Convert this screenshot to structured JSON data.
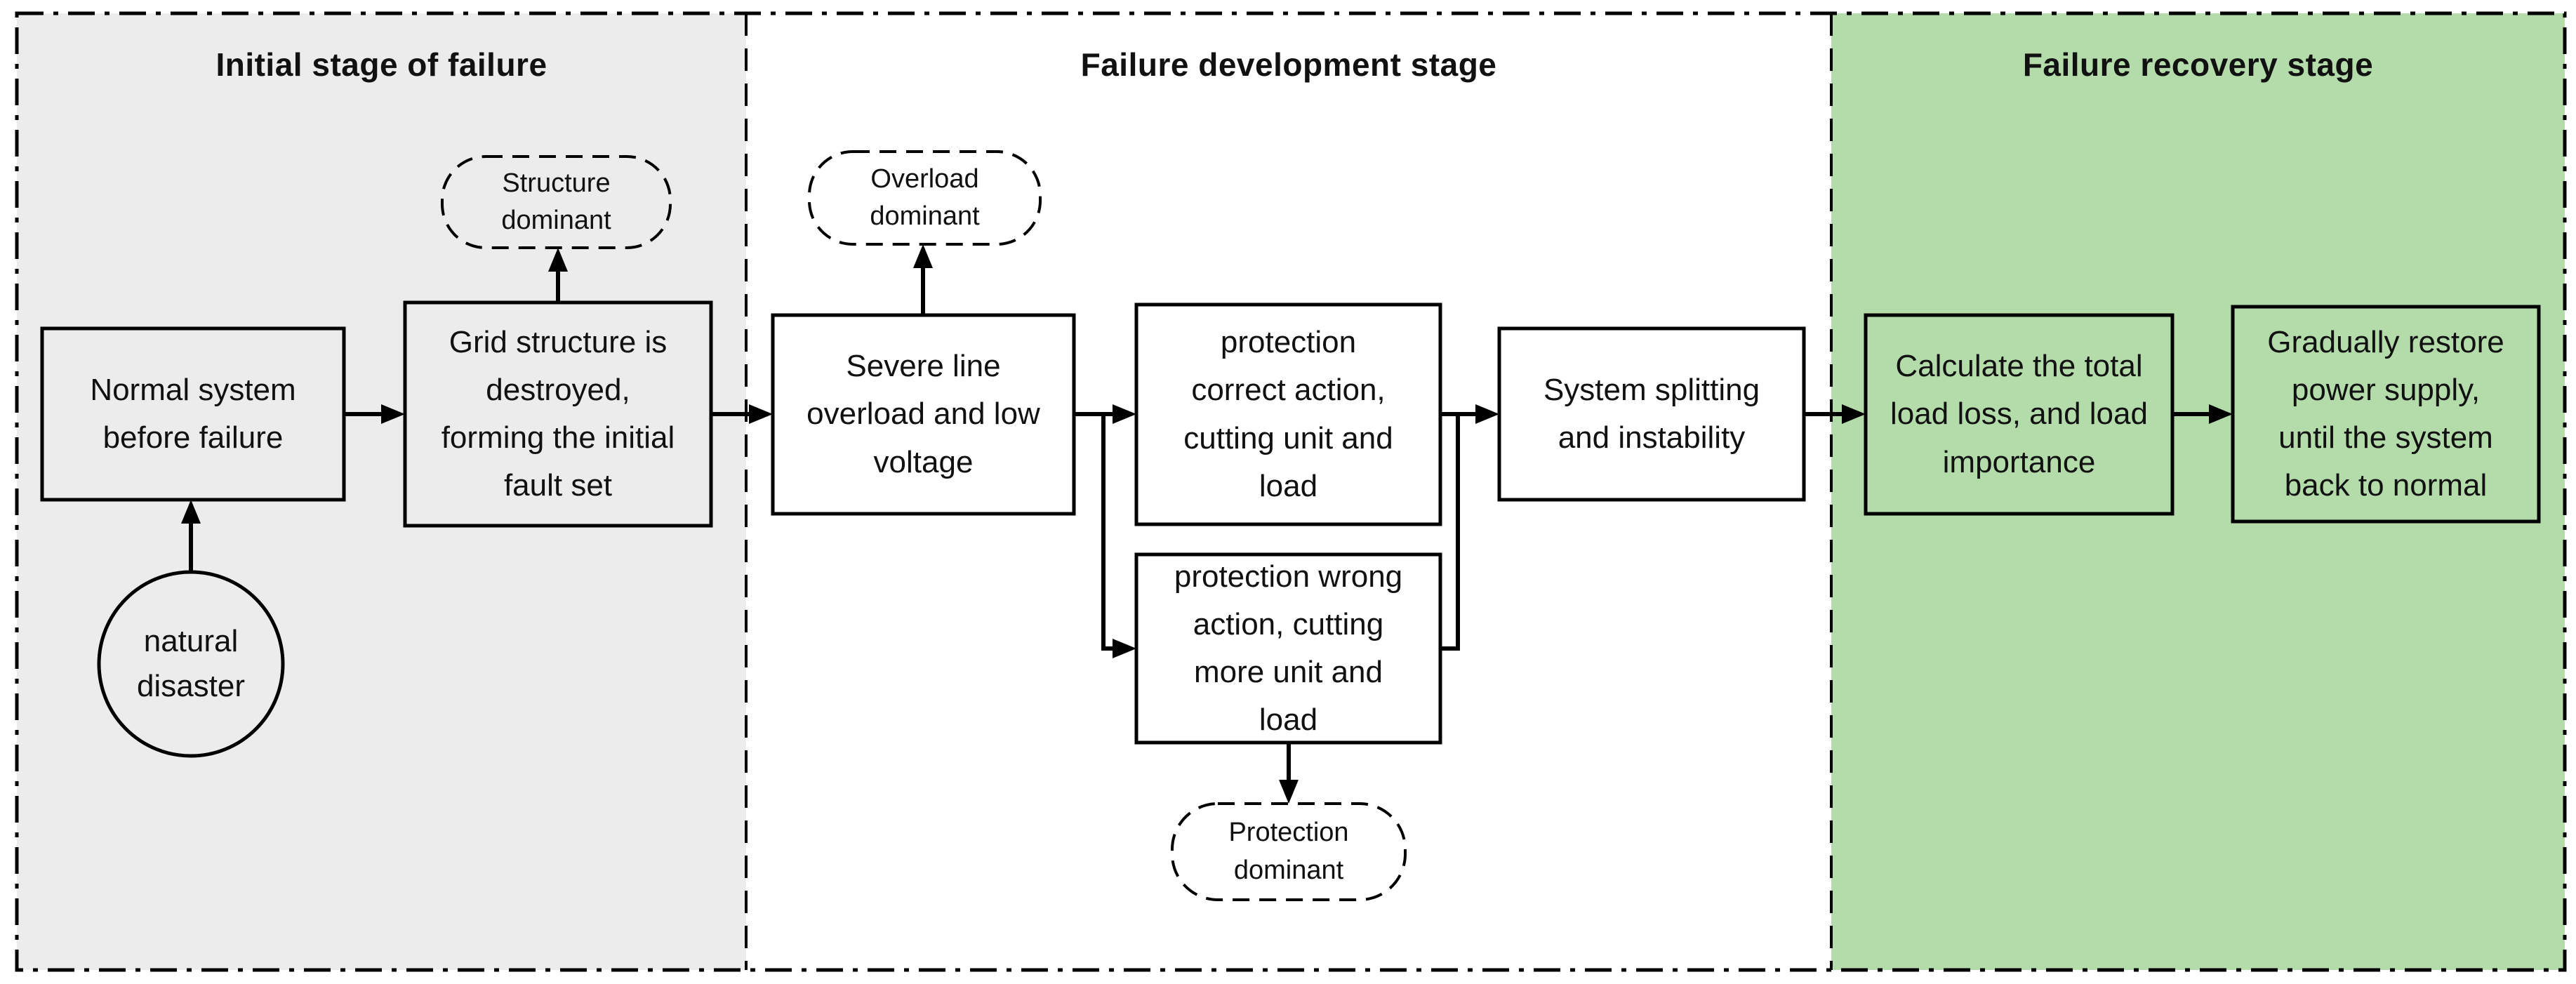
{
  "colors": {
    "stage1_bg": "#ececec",
    "stage2_bg": "#ffffff",
    "stage3_bg": "#b4dcab",
    "line": "#000000"
  },
  "headers": {
    "stage1": "Initial stage of failure",
    "stage2": "Failure development stage",
    "stage3": "Failure recovery stage"
  },
  "nodes": {
    "natural_disaster": "natural\ndisaster",
    "normal_system": "Normal system\nbefore failure",
    "grid_structure": "Grid structure is\ndestroyed,\nforming the initial\nfault set",
    "structure_dominant": "Structure\ndominant",
    "severe_overload": "Severe line\noverload and low\nvoltage",
    "overload_dominant": "Overload\ndominant",
    "protection_correct": "protection\ncorrect action,\ncutting unit and\nload",
    "protection_wrong": "protection wrong\naction, cutting\nmore unit and\nload",
    "protection_dominant": "Protection\ndominant",
    "system_splitting": "System splitting\nand instability",
    "calculate_load": "Calculate the total\nload loss, and load\nimportance",
    "gradually_restore": "Gradually restore\npower supply,\nuntil the system\nback to normal"
  }
}
